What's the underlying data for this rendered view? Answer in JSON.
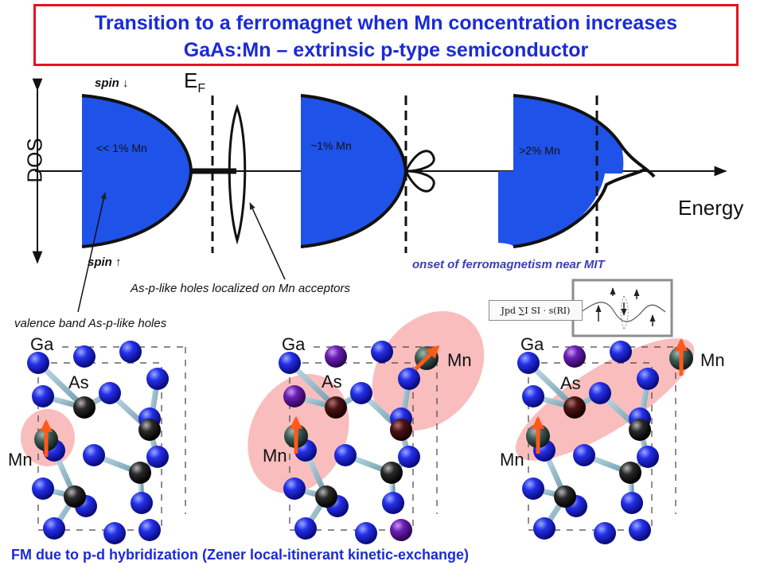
{
  "title": {
    "line1": "Transition to a ferromagnet when Mn concentration increases",
    "line2": "GaAs:Mn – extrinsic p-type semiconductor"
  },
  "dos_diagram": {
    "y_axis_label": "DOS",
    "x_axis_label": "Energy",
    "fermi_label": "E",
    "fermi_subscript": "F",
    "spin_down_label": "spin",
    "spin_down_arrow": "↓",
    "spin_up_label": "spin",
    "spin_up_arrow": "↑",
    "panels": [
      {
        "concentration": "<< 1% Mn"
      },
      {
        "concentration": "~1% Mn"
      },
      {
        "concentration": ">2% Mn"
      }
    ]
  },
  "annotations": {
    "holes_localized": "As-p-like holes localized on Mn acceptors",
    "valence_band": "valence band As-p-like holes",
    "onset": "onset of ferromagnetism near MIT",
    "formula": "Jpd ∑I SI · s(RI)"
  },
  "crystals": [
    {
      "ga": "Ga",
      "as": "As",
      "mn": "Mn"
    },
    {
      "ga": "Ga",
      "as": "As",
      "mn1": "Mn",
      "mn2": "Mn"
    },
    {
      "ga": "Ga",
      "as": "As",
      "mn1": "Mn",
      "mn2": "Mn"
    }
  ],
  "footer": "FM due to p-d hybridization (Zener local-itinerant kinetic-exchange)",
  "colors": {
    "title_text": "#1a2bd6",
    "title_border": "#e8121c",
    "band_fill": "#1f52e8",
    "onset_text": "#3c3fb4",
    "mn_arrow": "#ff5a1a",
    "cloud": "#f6a3a3",
    "ga_atom": "#1a1ed6",
    "as_atom": "#1a1a1a",
    "mn_atom": "#3c5a54"
  }
}
